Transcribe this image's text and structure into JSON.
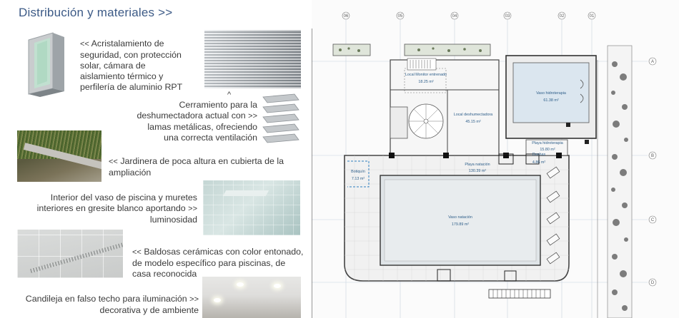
{
  "left": {
    "title": "Distribución y materiales >>",
    "items": [
      {
        "arrow": "<<",
        "lines": [
          "Acristalamiento de",
          "seguridad, con protección",
          "solar, cámara de",
          "aislamiento térmico y",
          "perfilería de aluminio RPT"
        ]
      },
      {
        "arrow": ">>",
        "lines": [
          "Cerramiento para la",
          "deshumectadora actual con",
          "lamas metálicas, ofreciendo",
          "una correcta ventilación"
        ]
      },
      {
        "arrow": "<<",
        "lines": [
          "Jardinera de poca altura en cubierta de la",
          "ampliación"
        ]
      },
      {
        "arrow": ">>",
        "lines": [
          "Interior del vaso de piscina y muretes",
          "interiores en gresite blanco aportando",
          "luminosidad"
        ]
      },
      {
        "arrow": "<<",
        "lines": [
          "Baldosas cerámicas con color entonado,",
          "de modelo específico para piscinas, de",
          "casa reconocida"
        ]
      },
      {
        "arrow": ">>",
        "lines": [
          "Candileja en falso techo para iluminación",
          "decorativa y de ambiente"
        ]
      }
    ],
    "up_arrow": "^"
  },
  "plan": {
    "grid_cols": [
      "06",
      "05",
      "04",
      "03",
      "02",
      "01"
    ],
    "grid_rows": [
      "A",
      "B",
      "C",
      "D"
    ],
    "rooms": [
      {
        "name": "Local Monitor entrenado",
        "area": "18.25 m²"
      },
      {
        "name": "Vaso hidroterapia",
        "area": "61.38 m²"
      },
      {
        "name": "Local deshumectadora",
        "area": "45.15 m²"
      },
      {
        "name": "Playa hidroterapia",
        "area": "15.80 m²"
      },
      {
        "name": "Duchas",
        "area": "4.86 m²"
      },
      {
        "name": "Playa natación",
        "area": "130.39 m²"
      },
      {
        "name": "Botiquín",
        "area": "7.13 m²"
      },
      {
        "name": "Vaso natación",
        "area": "179.89 m²"
      }
    ]
  }
}
